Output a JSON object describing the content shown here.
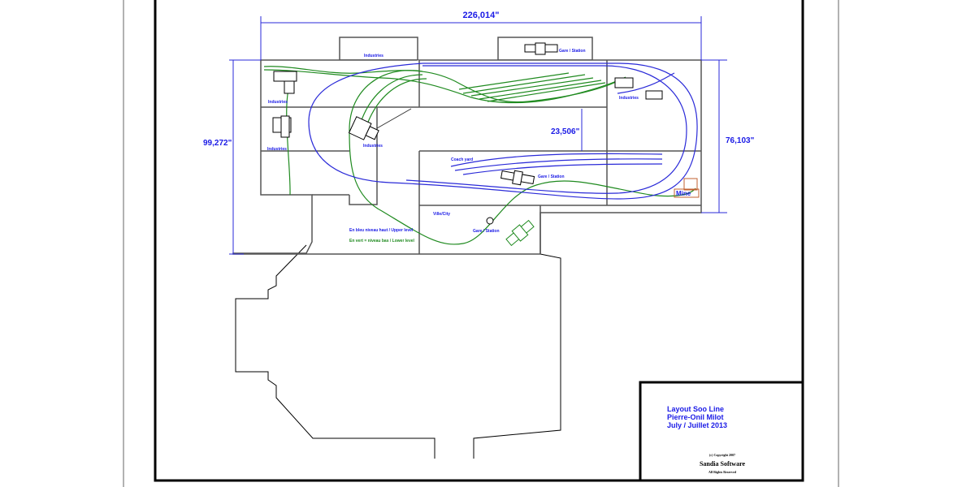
{
  "dimensions": {
    "width_total": "226,014\"",
    "height_left": "99,272\"",
    "height_right": "76,103\"",
    "aisle": "23,506\""
  },
  "labels": {
    "industries": "Industries",
    "station": "Gare / Station",
    "coach_yard": "Coach yard",
    "city": "Ville/City",
    "mine": "Mine"
  },
  "legend": {
    "upper": "En bleu niveau haut / Upper level",
    "lower": "En vert = niveau bas / Lower level"
  },
  "title_block": {
    "line1": "Layout Soo Line",
    "line2": "Pierre-Onil Milot",
    "line3": "July / Juillet 2013",
    "copyright": "(c) Copyright 2007",
    "company": "Sandia Software",
    "rights": "All Rights Reserved"
  },
  "colors": {
    "upper_level": "#2a2ad8",
    "lower_level": "#1f8a1f",
    "benchwork": "#555555"
  }
}
